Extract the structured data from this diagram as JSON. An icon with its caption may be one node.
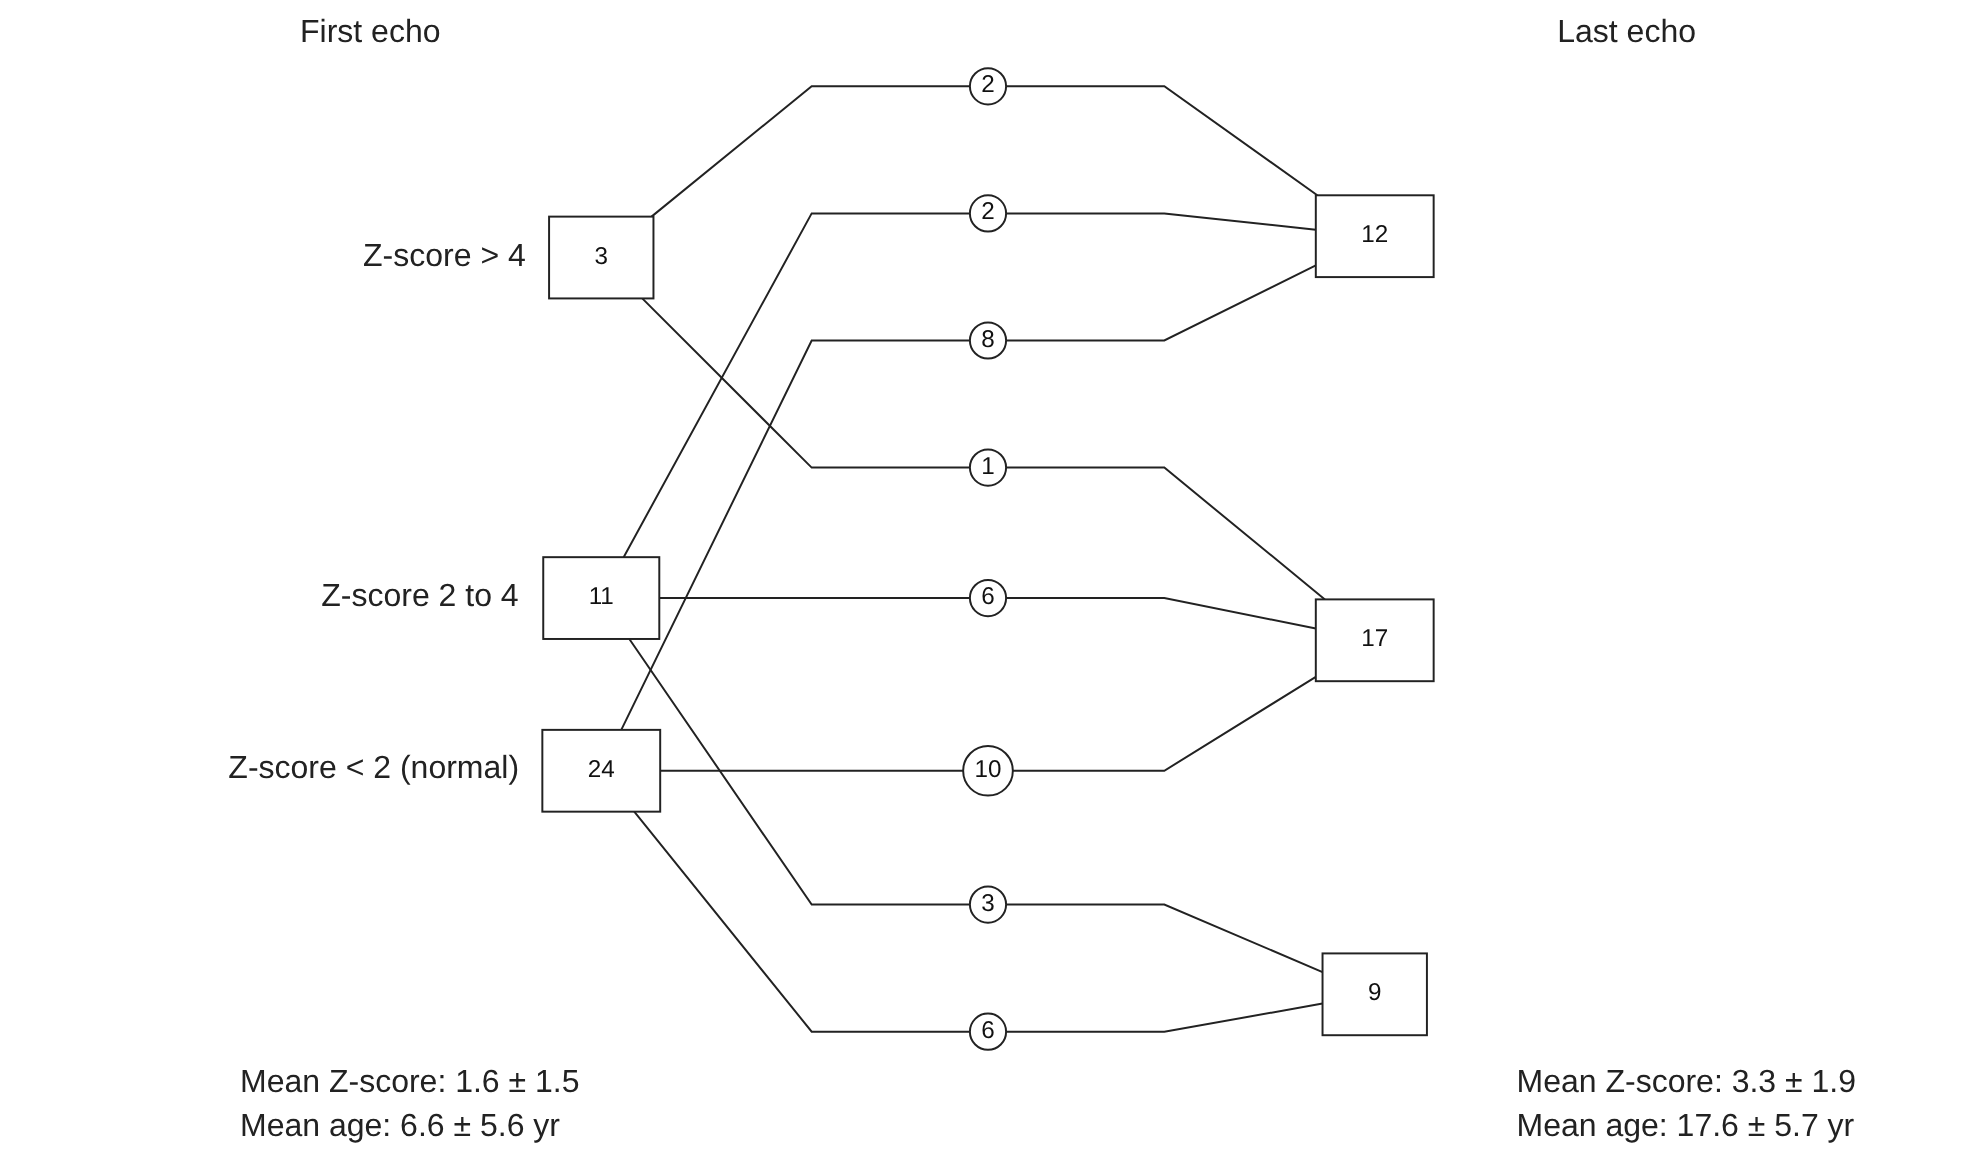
{
  "diagram": {
    "nodes": [
      {
        "text": [
          "3"
        ],
        "beside": [
          "Z-score > 4"
        ]
      },
      {
        "text": [
          "12"
        ]
      },
      {
        "text": [
          "2"
        ]
      },
      {
        "text": [
          "1"
        ]
      },
      {
        "text": [
          "11"
        ],
        "beside": [
          "Z-score 2 to 4"
        ]
      },
      {
        "text": [
          "17"
        ]
      },
      {
        "text": [
          "2"
        ]
      },
      {
        "text": [
          "6"
        ]
      },
      {
        "text": [
          "3"
        ]
      },
      {
        "text": [
          "8"
        ]
      },
      {
        "text": [
          "10"
        ]
      },
      {
        "text": [
          "24"
        ],
        "beside": [
          "Z-score < 2 (normal)"
        ]
      },
      {
        "text": [
          "9"
        ]
      },
      {
        "text": [
          "6"
        ]
      }
    ],
    "edges": [
      {
        "from": 0,
        "to": 2,
        "arrow": "none"
      },
      {
        "from": 2,
        "to": 1,
        "arrow": "none"
      },
      {
        "from": 0,
        "to": 3,
        "arrow": "none"
      },
      {
        "from": 3,
        "to": 5,
        "arrow": "none"
      },
      {
        "from": 4,
        "to": 6,
        "arrow": "none"
      },
      {
        "from": 6,
        "to": 1,
        "arrow": "none"
      },
      {
        "from": 4,
        "to": 7,
        "arrow": "none"
      },
      {
        "from": 7,
        "to": 5,
        "arrow": "none"
      },
      {
        "from": 4,
        "to": 8,
        "arrow": "none"
      },
      {
        "from": 8,
        "to": 12,
        "arrow": "none"
      },
      {
        "from": 11,
        "to": 9,
        "arrow": "none"
      },
      {
        "from": 9,
        "to": 1,
        "arrow": "none"
      },
      {
        "from": 11,
        "to": 10,
        "arrow": "none"
      },
      {
        "from": 10,
        "to": 5,
        "arrow": "none"
      },
      {
        "from": 11,
        "to": 13,
        "arrow": "none"
      },
      {
        "from": 13,
        "to": 12,
        "arrow": "none"
      }
    ],
    "labels": [
      "First echo",
      "Last echo",
      "Mean Z-score: 1.6 ± 1.5",
      "Mean age: 6.6 ± 5.6 yr",
      "Mean Z-score: 3.3 ± 1.9",
      "Mean age: 17.6 ± 5.7 yr"
    ]
  }
}
